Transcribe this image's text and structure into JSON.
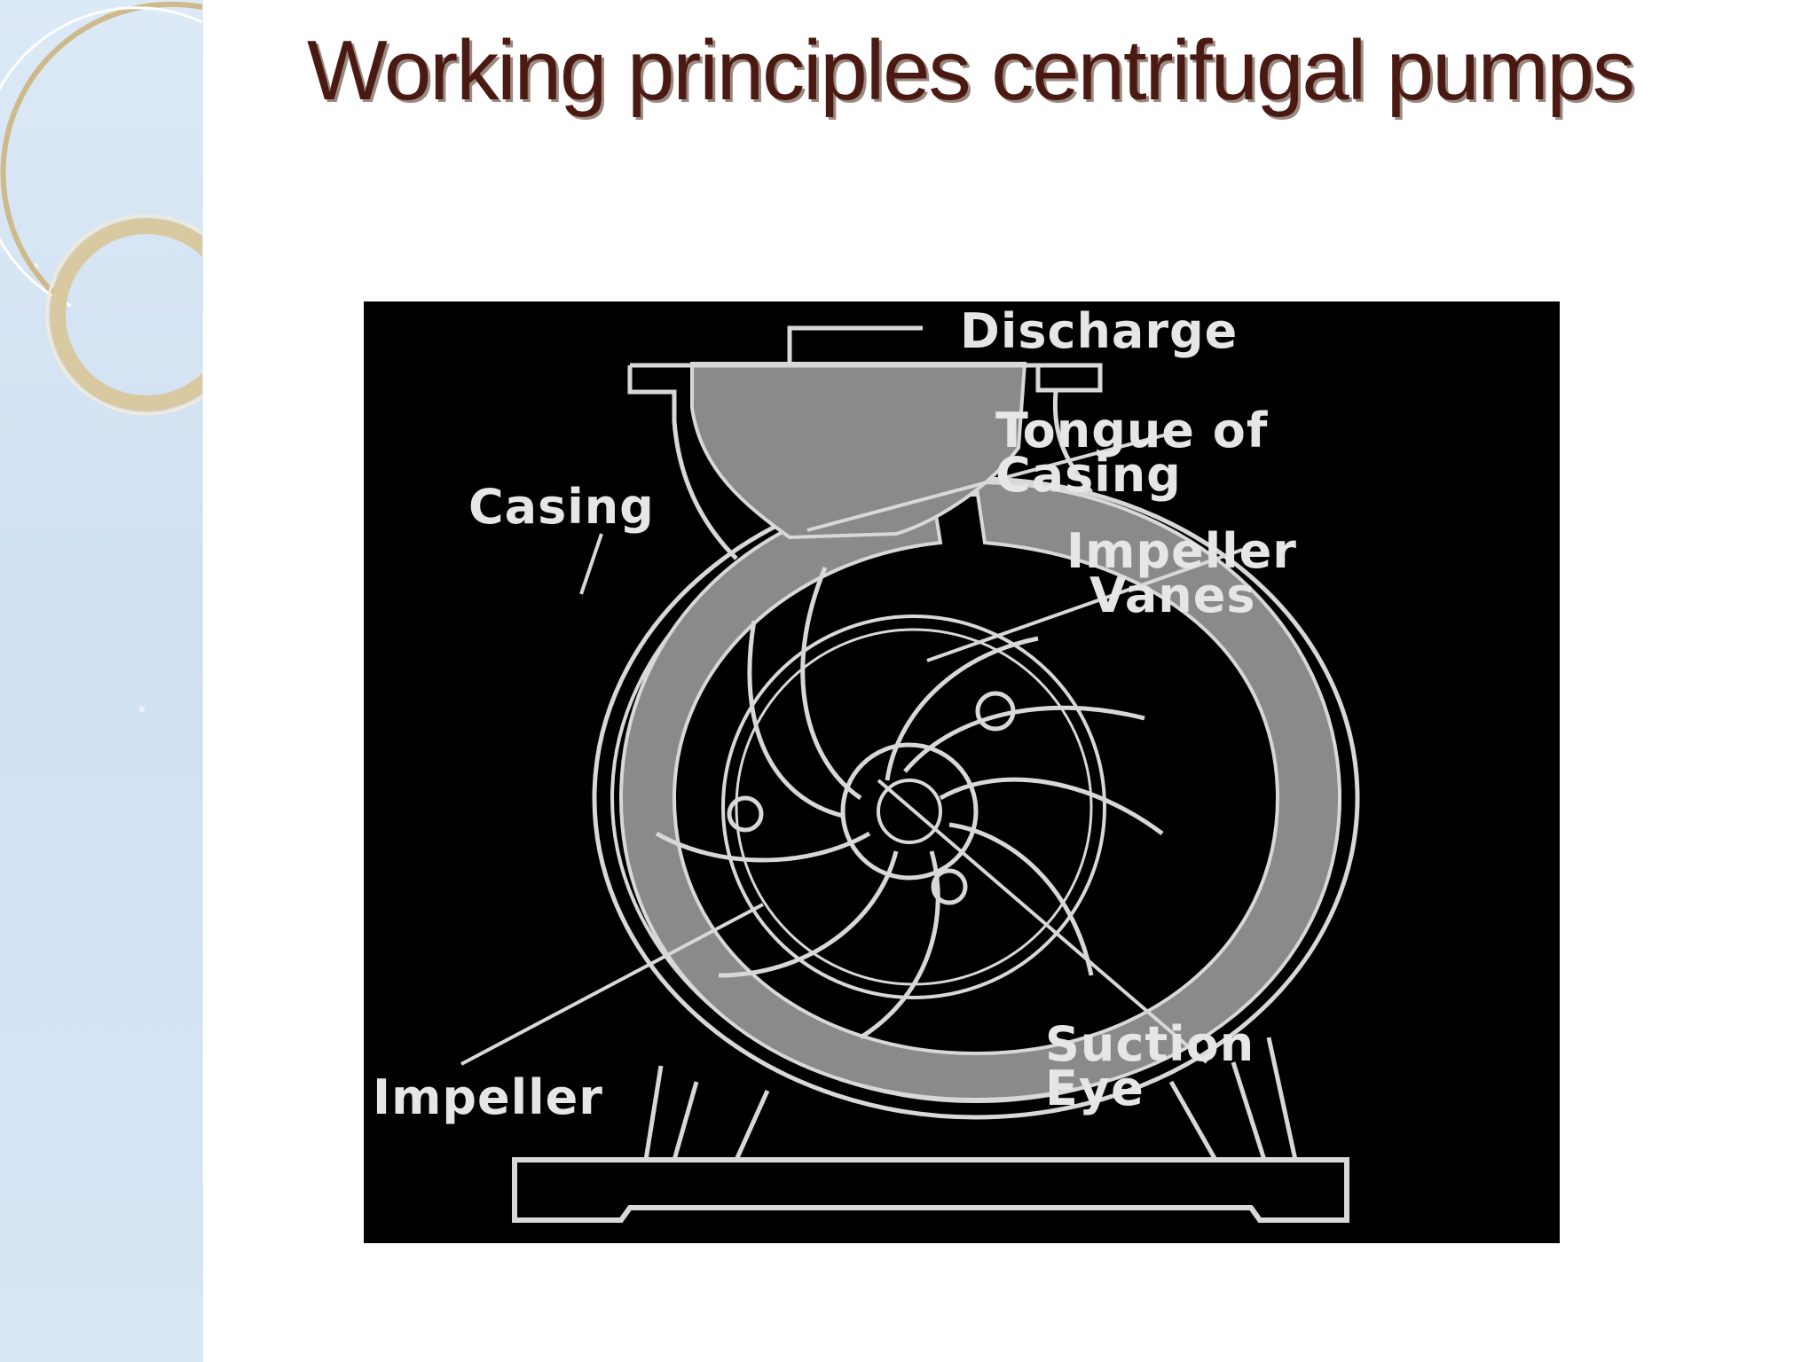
{
  "slide": {
    "title": "Working principles centrifugal pumps"
  },
  "diagram": {
    "labels": {
      "discharge": "Discharge",
      "tongue_line1": "Tongue of",
      "tongue_line2": "Casing",
      "casing": "Casing",
      "vanes_line1": "Impeller",
      "vanes_line2": "Vanes",
      "suction_line1": "Suction",
      "suction_line2": "Eye",
      "impeller": "Impeller"
    }
  },
  "colors": {
    "title": "#4a1a12",
    "side_panel": "#d6e6f5",
    "diagram_background": "#000000",
    "volute_fill": "#8a8a8a",
    "outline": "#d8d8d8"
  }
}
